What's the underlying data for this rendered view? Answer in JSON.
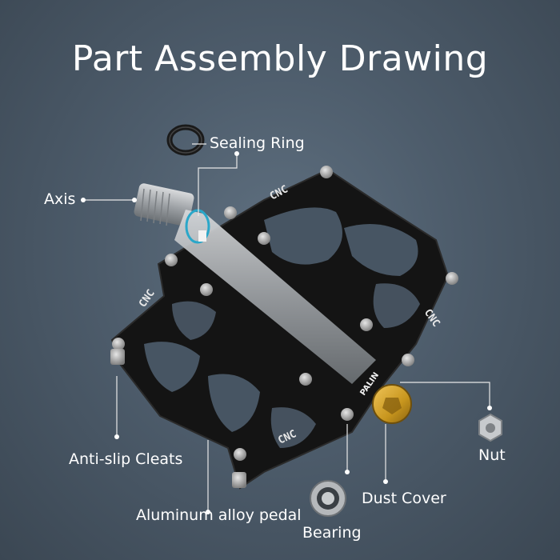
{
  "title": "Part Assembly Drawing",
  "labels": {
    "sealing_ring": "Sealing Ring",
    "axis": "Axis",
    "anti_slip_cleats": "Anti-slip Cleats",
    "aluminum_pedal": "Aluminum alloy pedal",
    "bearing": "Bearing",
    "dust_cover": "Dust Cover",
    "nut": "Nut"
  },
  "engravings": {
    "body": "CNC",
    "cap": "PALIN"
  },
  "colors": {
    "background": "#4d5c6b",
    "pedal_body": "#141414",
    "axle": "#b9bcbf",
    "dust_cover": "#c8961e",
    "sealing_ring_highlight": "#2aa7c9",
    "label_text": "#ffffff"
  }
}
